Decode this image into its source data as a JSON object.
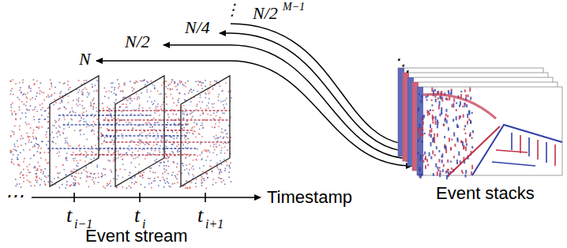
{
  "diagram": {
    "labels": [
      "N/2",
      "M−1",
      "⋮",
      "N/4",
      "N/2",
      "N",
      "⋯",
      "t",
      "i−1",
      "t",
      "i",
      "t",
      "i+1",
      "Timestamp",
      "Event stream",
      "Event stacks",
      "⋱"
    ]
  }
}
